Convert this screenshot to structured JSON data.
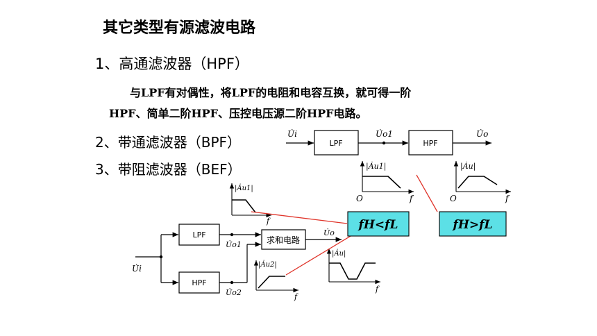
{
  "slide": {
    "title": "其它类型有源滤波电路",
    "section1_heading": "1、高通滤波器（HPF）",
    "section1_para_line1": "与LPF有对偶性，将LPF的电阻和电容互换，就可得一阶",
    "section1_para_line2": "HPF、简单二阶HPF、压控电压源二阶HPF电路。",
    "section2_heading": "2、带通滤波器（BPF）",
    "section3_heading": "3、带阻滤波器（BEF）"
  },
  "bpf_diagram": {
    "input_label": "U̇i",
    "lpf_label": "LPF",
    "mid_label": "U̇o1",
    "hpf_label": "HPF",
    "output_label": "U̇o",
    "graph1_ylabel": "|Ȧu1|",
    "graph2_ylabel": "|Ȧu|",
    "origin_label": "O",
    "f_label": "f",
    "box_label": "fH>fL"
  },
  "bef_diagram": {
    "input_label": "U̇i",
    "lpf_label": "LPF",
    "hpf_label": "HPF",
    "sum_label": "求和电路",
    "out1_label": "U̇o1",
    "out2_label": "U̇o2",
    "output_label": "U̇o",
    "graph_lpf_ylabel": "|Ȧu1|",
    "graph_hpf_ylabel": "|Ȧu2|",
    "graph_out_ylabel": "|Ȧu|",
    "f_label": "f",
    "box_label": "fH<fL"
  },
  "colors": {
    "highlight_fill": "#5ce0e6",
    "connector_red": "#e0352b"
  }
}
